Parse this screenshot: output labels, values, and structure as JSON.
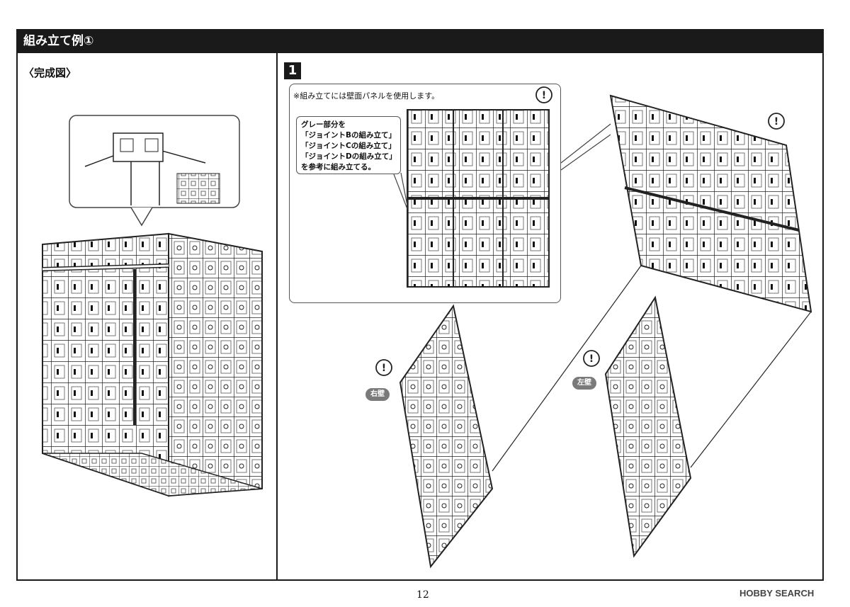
{
  "header": {
    "title": "組み立て例①"
  },
  "left_panel": {
    "label": "〈完成図〉"
  },
  "step": {
    "number": "1",
    "note": "※組み立てには壁面パネルを使用します。",
    "callout_lines": [
      "グレー部分を",
      "「ジョイントBの組み立て」",
      "「ジョイントCの組み立て」",
      "「ジョイントDの組み立て」",
      "を参考に組み立てる。"
    ]
  },
  "labels": {
    "right_wall": "右壁",
    "left_wall": "左壁"
  },
  "footer": {
    "page_number": "12",
    "watermark": "HOBBY SEARCH"
  },
  "colors": {
    "header_bg": "#1a1a1a",
    "label_bg": "#7a7a7a",
    "line": "#222222"
  }
}
